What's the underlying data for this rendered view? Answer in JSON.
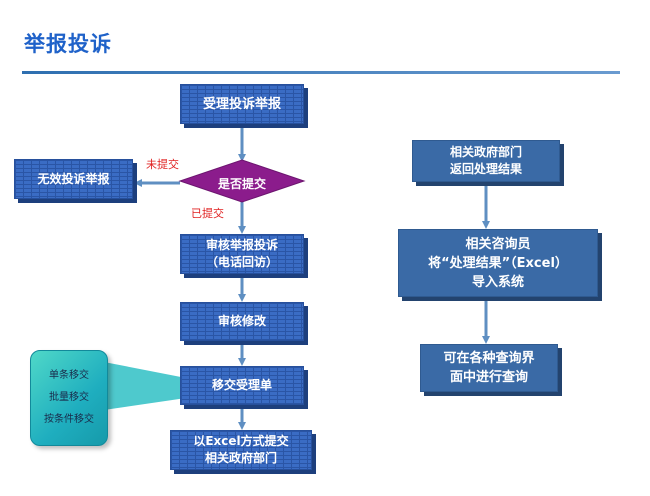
{
  "page": {
    "title": "举报投诉"
  },
  "flow_left": {
    "receive": "受理投诉举报",
    "submitted_check": "是否提交",
    "not_submitted": "未提交",
    "submitted": "已提交",
    "invalid": "无效投诉举报",
    "review_call": "审核举报投诉\n（电话回访）",
    "review_edit": "审核修改",
    "transfer": "移交受理单",
    "export_excel": "以Excel方式提交\n相关政府部门"
  },
  "transfer_methods": [
    "单条移交",
    "批量移交",
    "按条件移交"
  ],
  "flow_right": {
    "return_result": "相关政府部门\n返回处理结果",
    "import_result": "相关咨询员\n将“处理结果”（Excel）\n导入系统",
    "query": "可在各种查询界\n面中进行查询"
  },
  "colors": {
    "title": "#1f62c9",
    "brick_box": "#3a6cc4",
    "plain_box": "#3a6aa6",
    "diamond": "#8b1c8c",
    "arrow": "#5f8fc2",
    "red_label": "#e02020",
    "callout": "#1faebf"
  }
}
